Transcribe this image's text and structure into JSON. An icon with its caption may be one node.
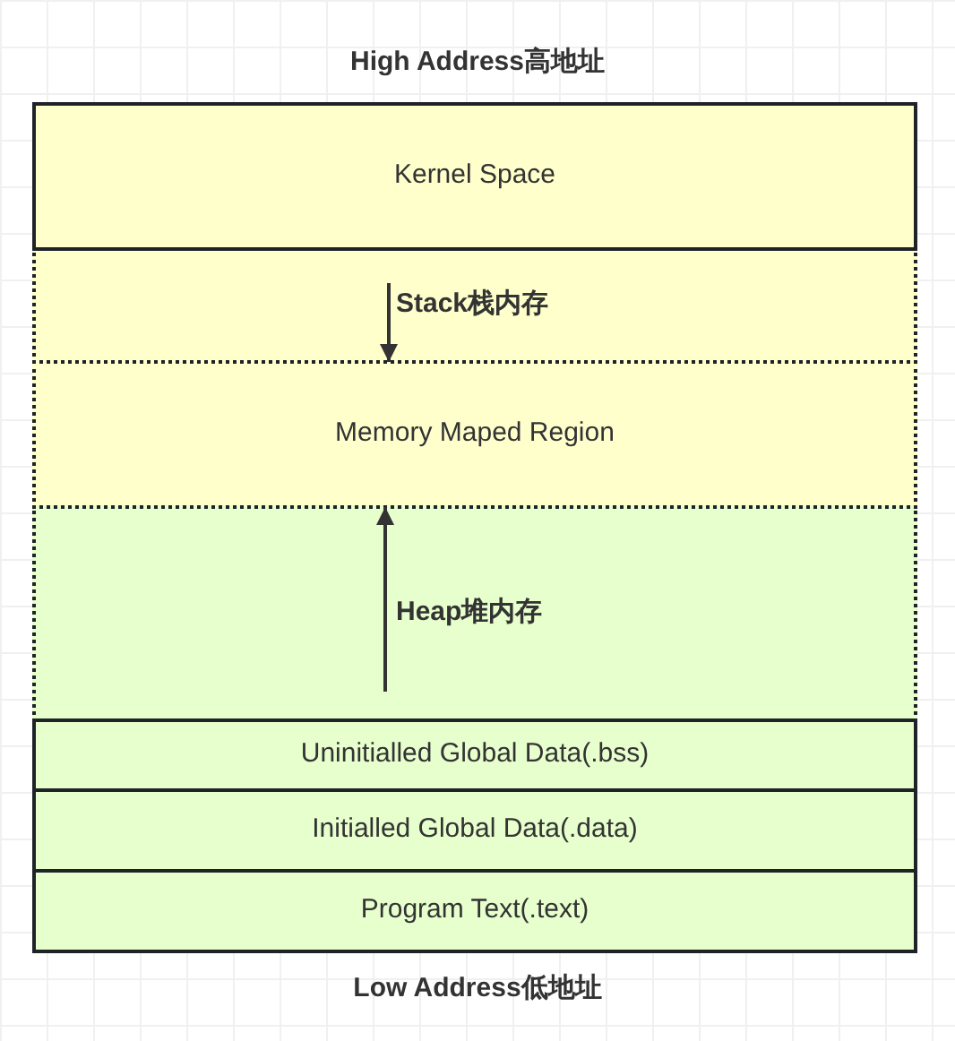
{
  "diagram": {
    "title": "High Address高地址",
    "nodes": [
      {
        "text": [
          "Kernel Space"
        ]
      },
      {
        "text": [
          "Stack栈内存"
        ]
      },
      {
        "text": [
          "Memory Maped Region"
        ]
      },
      {
        "text": [
          "Heap堆内存"
        ]
      },
      {
        "text": [
          "Uninitialled Global Data(.bss)"
        ]
      },
      {
        "text": [
          "Initialled Global Data(.data)"
        ]
      },
      {
        "text": [
          "Program Text(.text)"
        ]
      }
    ],
    "edges": [
      {
        "from": 1,
        "to": 2,
        "arrow": "to"
      },
      {
        "from": 3,
        "to": 2,
        "arrow": "to"
      }
    ],
    "labels": [
      "Low Address低地址"
    ]
  }
}
